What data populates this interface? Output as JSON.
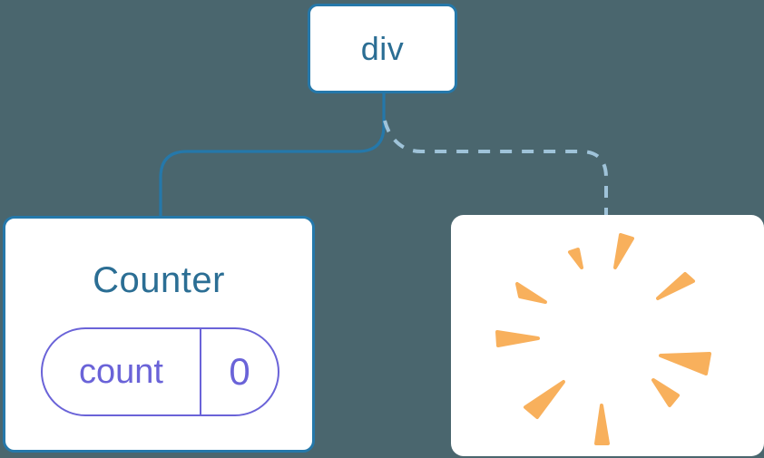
{
  "diagram": {
    "root": {
      "label": "div"
    },
    "children": [
      {
        "id": "counter",
        "title": "Counter",
        "state": {
          "key": "count",
          "value": "0"
        },
        "connector": "solid"
      },
      {
        "id": "poof",
        "icon": "poof-starburst-icon",
        "connector": "dashed"
      }
    ]
  },
  "colors": {
    "background": "#4A666E",
    "card_bg": "#FFFFFF",
    "node_border": "#2578AA",
    "node_text": "#2B6E94",
    "solid_line": "#2578AA",
    "dashed_line": "#9FC3D9",
    "state_accent": "#6A63D8",
    "poof_orange": "#F8B05C"
  }
}
